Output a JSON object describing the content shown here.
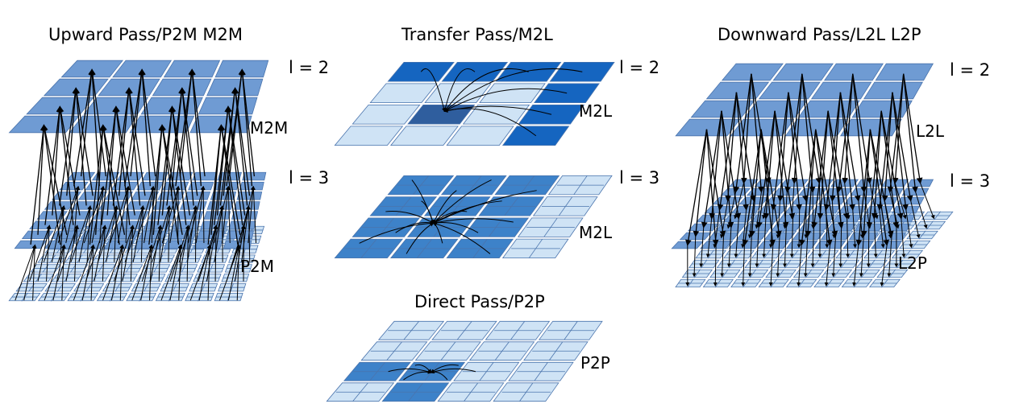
{
  "panels": {
    "upward": {
      "title": "Upward Pass/P2M M2M",
      "level_top": "l = 2",
      "level_bottom": "l = 3",
      "op_upper": "M2M",
      "op_lower": "P2M"
    },
    "transfer": {
      "title": "Transfer Pass/M2L",
      "level_top": "l = 2",
      "level_bottom": "l = 3",
      "op_upper": "M2L",
      "op_lower": "M2L"
    },
    "direct": {
      "title": "Direct Pass/P2P",
      "op": "P2P"
    },
    "downward": {
      "title": "Downward Pass/L2L L2P",
      "level_top": "l = 2",
      "level_bottom": "l = 3",
      "op_upper": "L2L",
      "op_lower": "L2P"
    }
  },
  "colors": {
    "cell_mid": "#6f9bd3",
    "cell_light": "#cfe3f5",
    "cell_dark": "#1565c0",
    "cell_target": "#2f5e9e",
    "cell_stroke": "#4a74ad",
    "arrow": "#000000"
  }
}
